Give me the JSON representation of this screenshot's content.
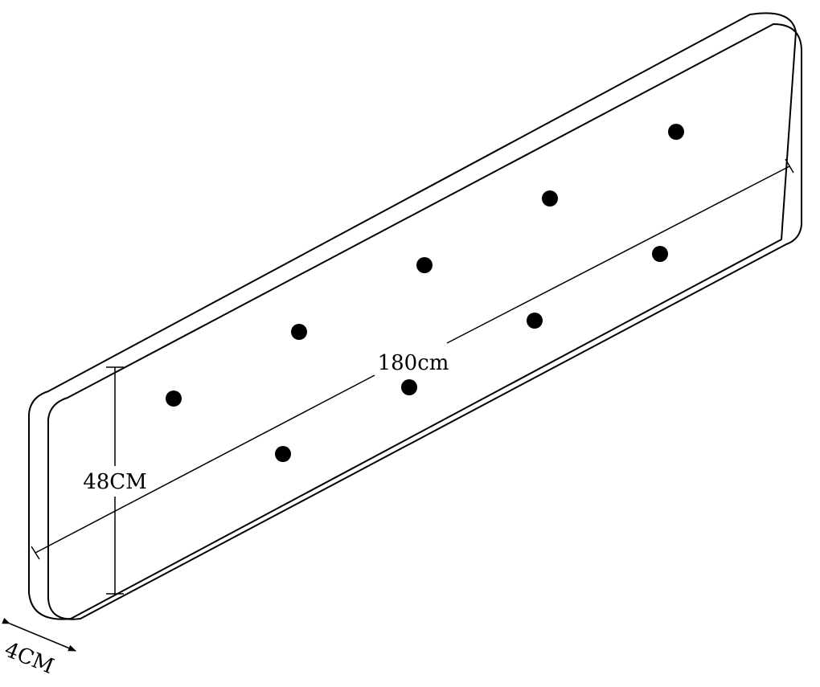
{
  "dimensions": {
    "length_label": "180cm",
    "height_label": "48CM",
    "depth_label": "4CM"
  },
  "tufting_buttons": {
    "count": 9
  },
  "colors": {
    "line": "#000000",
    "background": "#ffffff"
  }
}
